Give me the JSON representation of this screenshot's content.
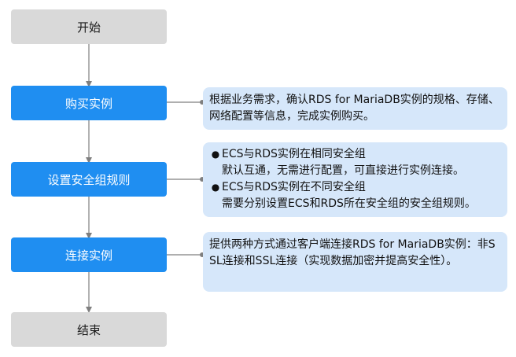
{
  "steps": {
    "start": "开始",
    "purchase": "购买实例",
    "security": "设置安全组规则",
    "connect": "连接实例",
    "end": "结束"
  },
  "notes": {
    "purchase": "根据业务需求，确认RDS for MariaDB实例的规格、存储、网络配置等信息，完成实例购买。",
    "security": {
      "bullets": [
        {
          "title": "ECS与RDS实例在相同安全组",
          "detail": "默认互通，无需进行配置，可直接进行实例连接。"
        },
        {
          "title": "ECS与RDS实例在不同安全组",
          "detail": "需要分别设置ECS和RDS所在安全组的安全组规则。"
        }
      ]
    },
    "connect": "提供两种方式通过客户端连接RDS for MariaDB实例：非SSL连接和SSL连接（实现数据加密并提高安全性）。"
  },
  "colors": {
    "process": "#1f8ef1",
    "terminal": "#d9d9d9",
    "note": "#d6e7fa",
    "connector": "#7f7f7f"
  }
}
